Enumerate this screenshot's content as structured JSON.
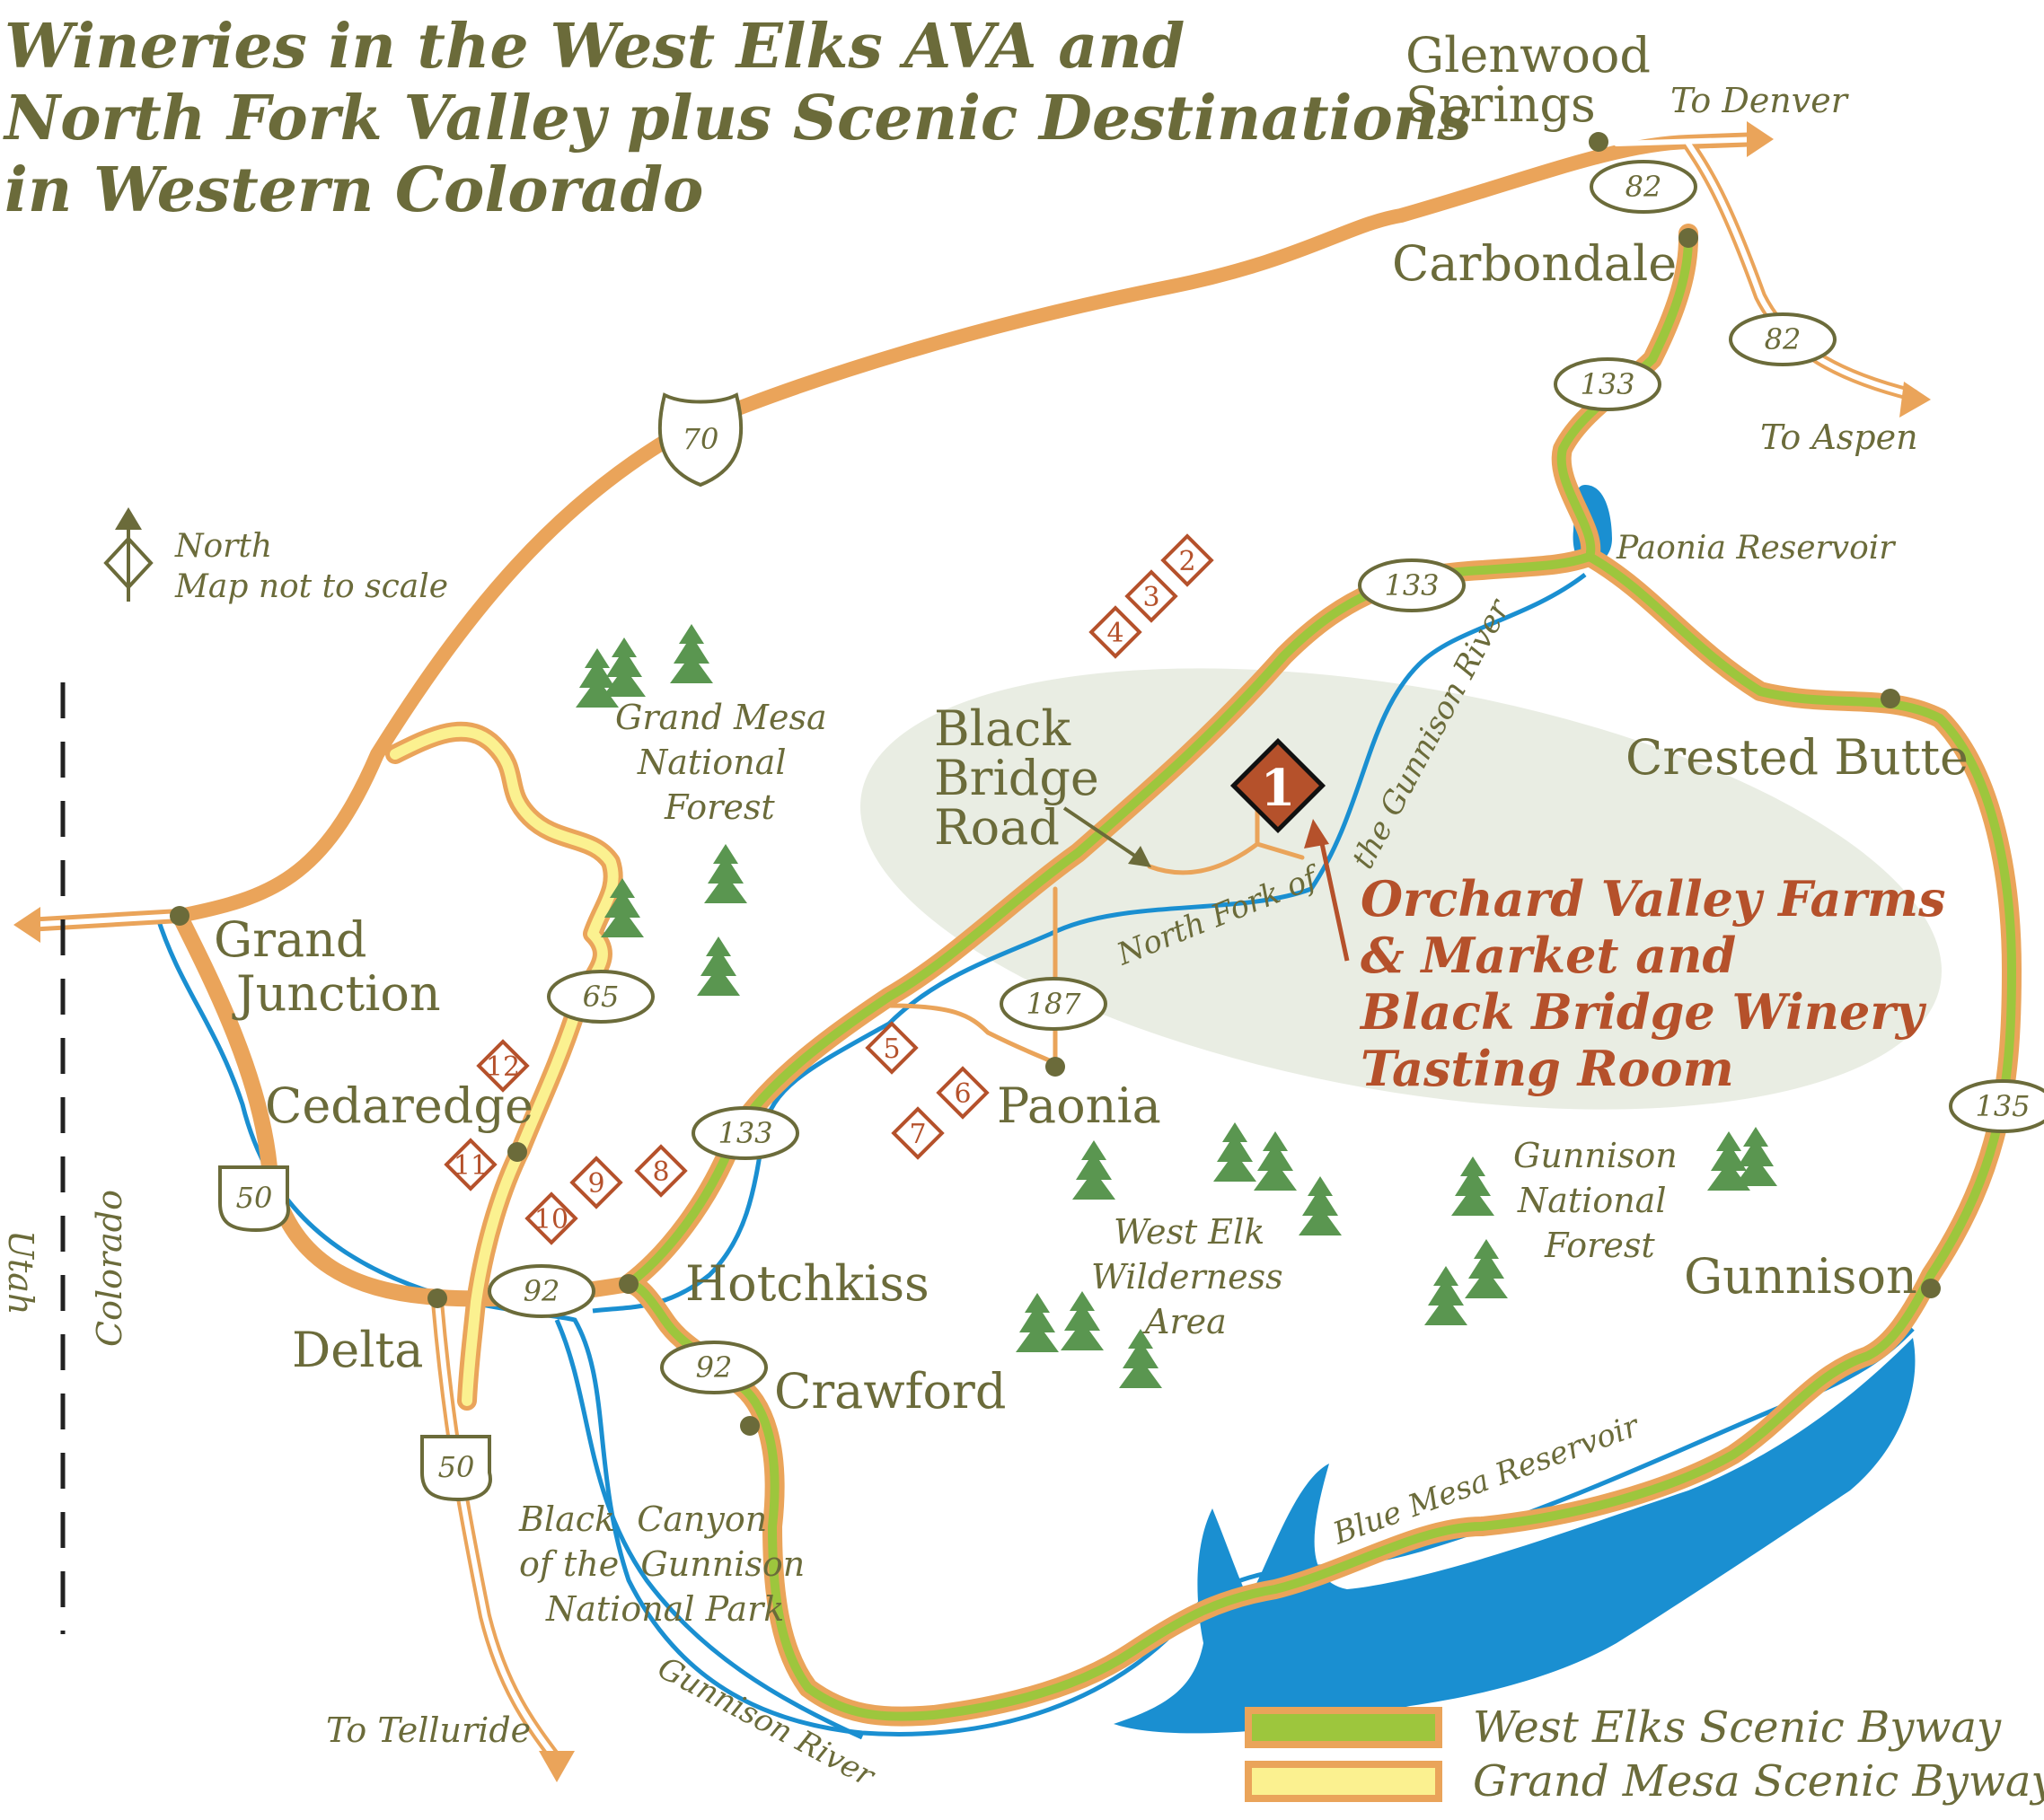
{
  "title": {
    "line1": "Wineries in the West Elks AVA and",
    "line2": "North Fork Valley plus Scenic Destinations",
    "line3": "in Western Colorado"
  },
  "north": {
    "label": "North",
    "note": "Map not to scale"
  },
  "states": {
    "left": "Utah",
    "right": "Colorado"
  },
  "cities": {
    "glenwood_1": "Glenwood",
    "glenwood_2": "Springs",
    "carbondale": "Carbondale",
    "grand_junction_1": "Grand",
    "grand_junction_2": "Junction",
    "cedaredge": "Cedaredge",
    "delta": "Delta",
    "hotchkiss": "Hotchkiss",
    "crawford": "Crawford",
    "paonia": "Paonia",
    "crested_butte": "Crested Butte",
    "gunnison": "Gunnison",
    "black_bridge_1": "Black",
    "black_bridge_2": "Bridge",
    "black_bridge_3": "Road"
  },
  "directions": {
    "denver": "To Denver",
    "aspen": "To Aspen",
    "telluride": "To Telluride"
  },
  "areas": {
    "grand_mesa_1": "Grand Mesa",
    "grand_mesa_2": "National",
    "grand_mesa_3": "Forest",
    "west_elk_1": "West Elk",
    "west_elk_2": "Wilderness",
    "west_elk_3": "Area",
    "gunnison_nf_1": "Gunnison",
    "gunnison_nf_2": "National",
    "gunnison_nf_3": "Forest",
    "black_canyon_1": "Black  Canyon",
    "black_canyon_2": "of the  Gunnison",
    "black_canyon_3": "National Park",
    "paonia_reservoir": "Paonia Reservoir",
    "blue_mesa_reservoir": "Blue Mesa Reservoir",
    "north_fork_1": "North Fork of",
    "north_fork_2": "the Gunnison River",
    "gunnison_river": "Gunnison River"
  },
  "highlight": {
    "number": "1",
    "line1": "Orchard Valley Farms",
    "line2": "& Market and",
    "line3": "Black Bridge Winery",
    "line4": "Tasting Room"
  },
  "shields": {
    "i70": "70",
    "us50_a": "50",
    "us50_b": "50",
    "r82_a": "82",
    "r82_b": "82",
    "r133_a": "133",
    "r133_b": "133",
    "r133_c": "133",
    "r65": "65",
    "r187": "187",
    "r92_a": "92",
    "r92_b": "92",
    "r135": "135"
  },
  "wineries": [
    "2",
    "3",
    "4",
    "5",
    "6",
    "7",
    "8",
    "9",
    "10",
    "11",
    "12"
  ],
  "legend": {
    "west_elks": "West Elks Scenic Byway",
    "grand_mesa": "Grand Mesa Scenic Byway"
  },
  "colors": {
    "title": "#6b6b3a",
    "highway": "#eaa45a",
    "byway_green": "#9dc63d",
    "byway_yellow": "#fbf190",
    "river": "#1a8fd1",
    "tree": "#5a9650",
    "highlight": "#b5512b",
    "valley_ellipse": "#e9ede3"
  }
}
